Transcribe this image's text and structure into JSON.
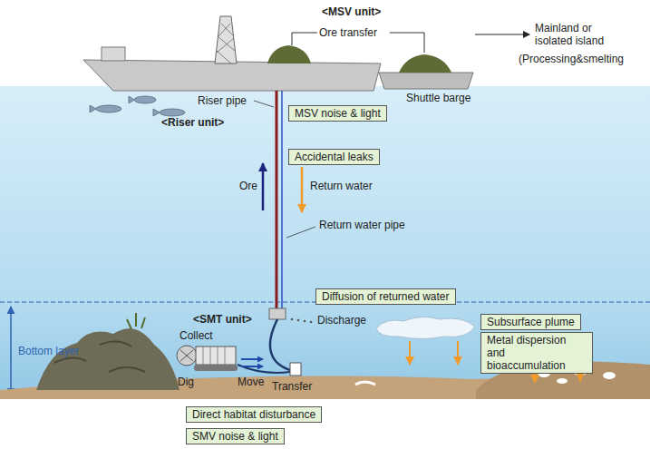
{
  "diagram": {
    "nodes": [
      {
        "text": [
          "MSV noise & light"
        ]
      },
      {
        "text": [
          "Accidental leaks"
        ]
      },
      {
        "text": [
          "Diffusion of returned water"
        ]
      },
      {
        "text": [
          "Subsurface plume"
        ]
      },
      {
        "text": [
          "Metal dispersion and bioaccumulation"
        ]
      },
      {
        "text": [
          "Direct habitat disturbance"
        ]
      },
      {
        "text": [
          "SMV noise & light"
        ]
      }
    ],
    "labels": [
      "<MSV unit>",
      "Ore transfer",
      "Mainland or isolated island",
      "(Processing&smelting",
      "Shuttle barge",
      "Riser pipe",
      "<Riser unit>",
      "Ore",
      "Return water",
      "Return water pipe",
      "Discharge",
      "<SMT unit>",
      "Collect",
      "Dig",
      "Move",
      "Transfer",
      "Bottom layer"
    ]
  }
}
